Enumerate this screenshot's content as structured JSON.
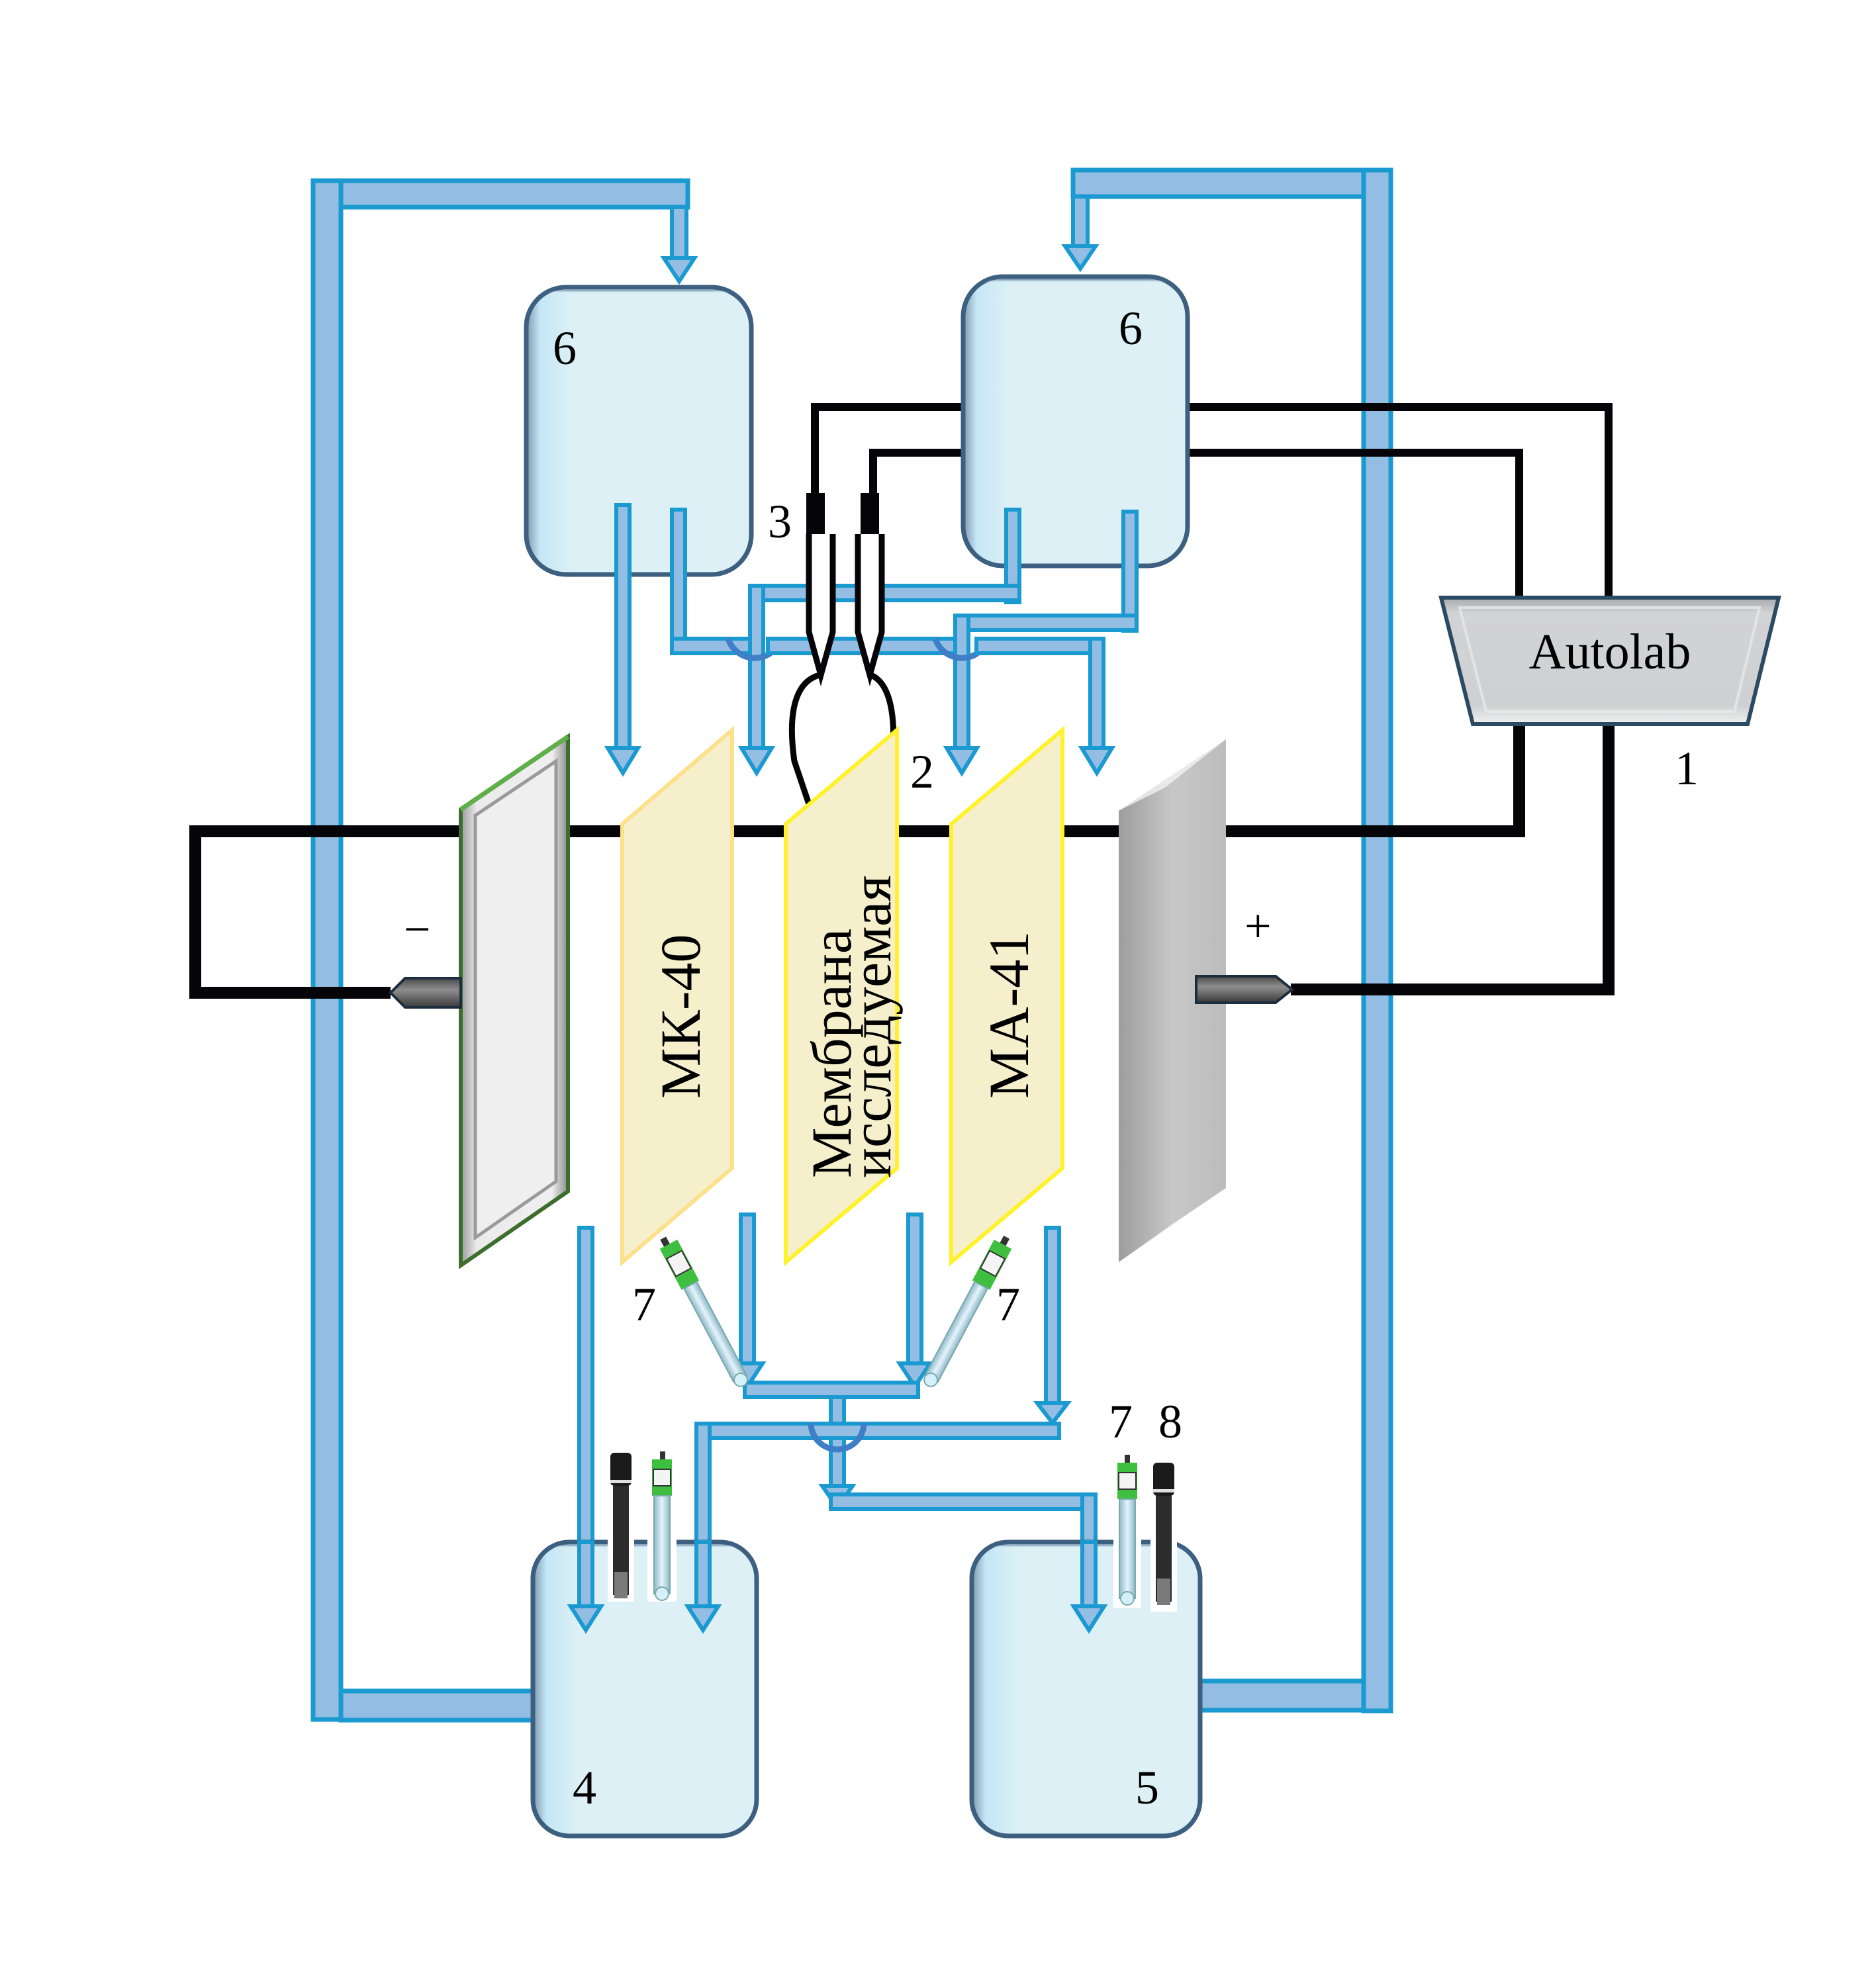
{
  "title": "Схема установки для электрохимических измерений",
  "labels": {
    "potentiostat": "Autolab",
    "potentiostat_num": "1",
    "capillaries_num": "2",
    "reference_electrodes_num": "3",
    "tank_desalination_num": "4",
    "tank_concentration_num": "5",
    "tank_top_left_num": "6",
    "tank_top_right_num": "6",
    "ph_electrode_left_num": "7",
    "ph_electrode_right_num": "7",
    "ph_electrode_tank_num": "7",
    "conductometer_num": "8",
    "cathode_sign": "−",
    "anode_sign": "+"
  },
  "membranes": [
    {
      "id": "cation",
      "line1": "МК-40",
      "line2": "",
      "border": "#fde08a"
    },
    {
      "id": "studied",
      "line1": "Мембрана",
      "line2": "исследуемая",
      "border": "#fff22a"
    },
    {
      "id": "anion",
      "line1": "МА-41",
      "line2": "",
      "border": "#fff22a"
    }
  ],
  "colors": {
    "pipe_fill": "#93bde2",
    "pipe_stroke": "#1a9ad0",
    "tank_fill": "#dcf0f6",
    "membrane_fill": "#f5efcc",
    "wire": "#050509",
    "electrode_gray": "#c8c8c8",
    "ph_green": "#3fbf3f"
  }
}
